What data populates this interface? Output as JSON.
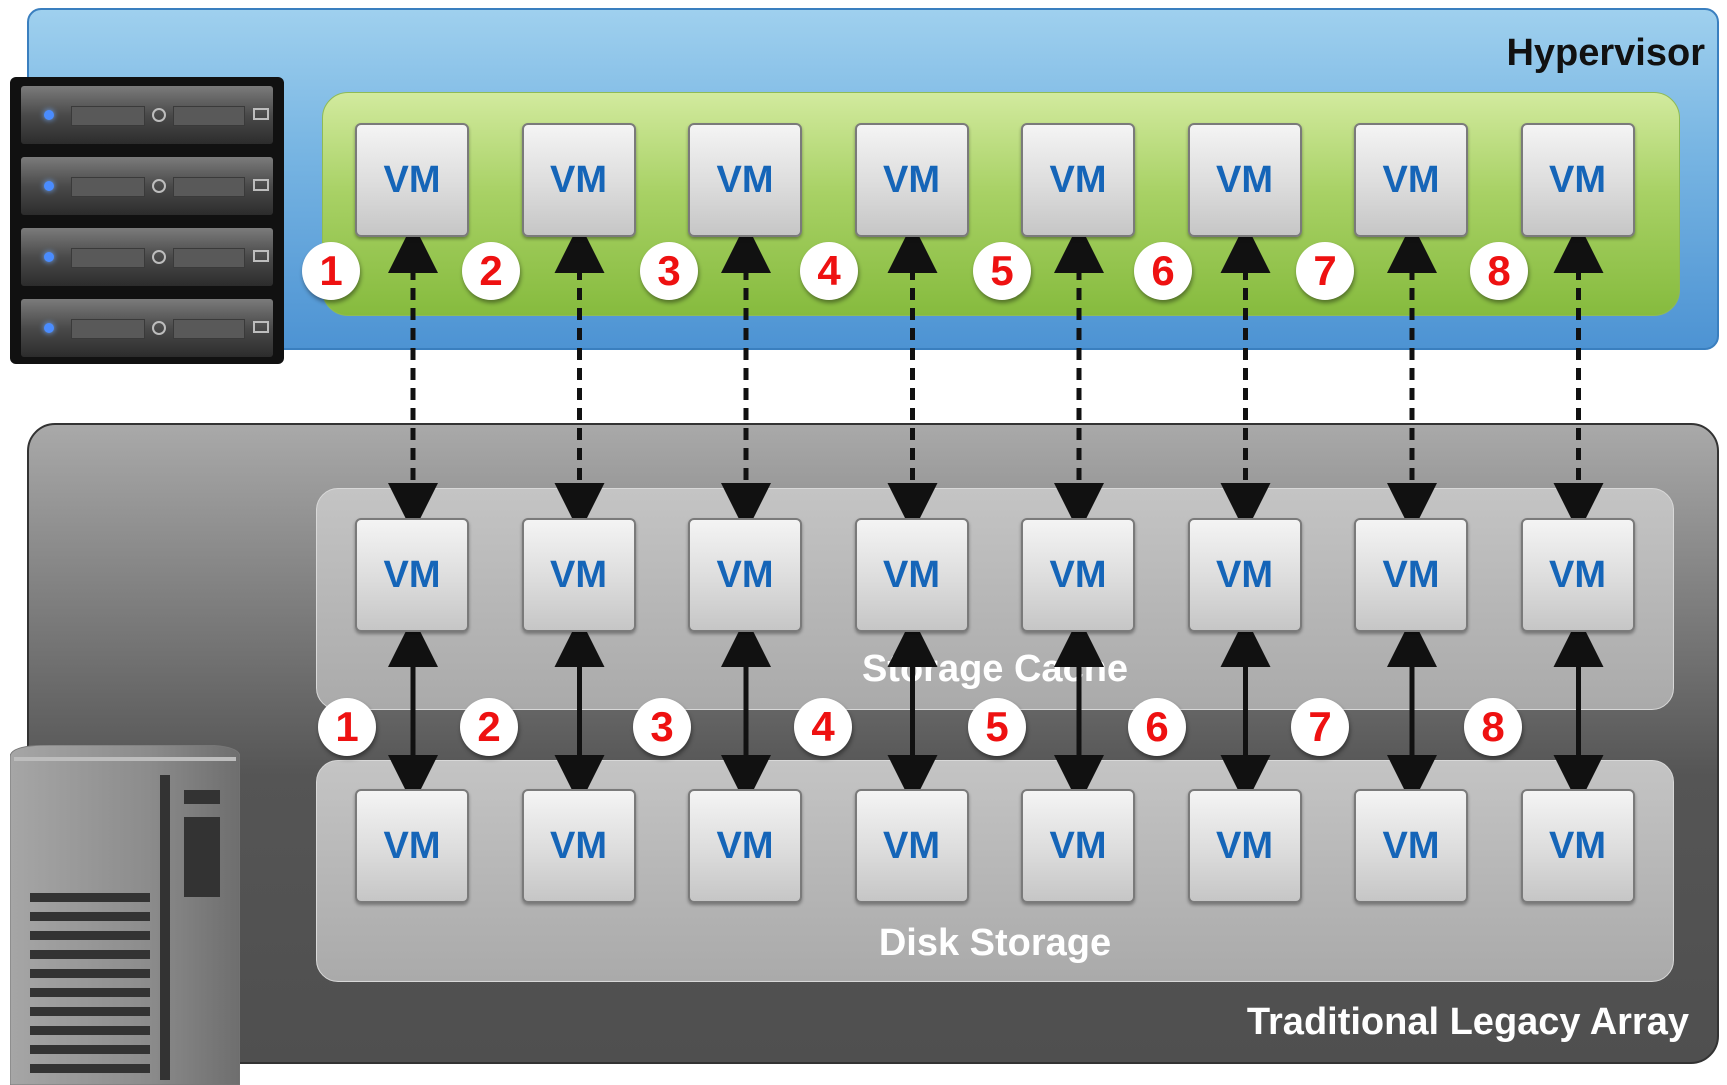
{
  "hypervisor": {
    "label": "Hypervisor"
  },
  "array": {
    "label": "Traditional Legacy Array"
  },
  "cache": {
    "label": "Storage Cache"
  },
  "disk": {
    "label": "Disk Storage"
  },
  "vm_label": "VM",
  "vm_count": 8,
  "hypervisor_numbers": [
    "1",
    "2",
    "3",
    "4",
    "5",
    "6",
    "7",
    "8"
  ],
  "array_numbers": [
    "1",
    "2",
    "3",
    "4",
    "5",
    "6",
    "7",
    "8"
  ],
  "colors": {
    "hypervisor_blue": "#79b6e3",
    "vm_group_green": "#a8d165",
    "array_gray": "#555555",
    "vm_text": "#1565b8",
    "number_red": "#ee1111"
  },
  "icons": [
    "rack-server-icon",
    "storage-array-icon"
  ]
}
